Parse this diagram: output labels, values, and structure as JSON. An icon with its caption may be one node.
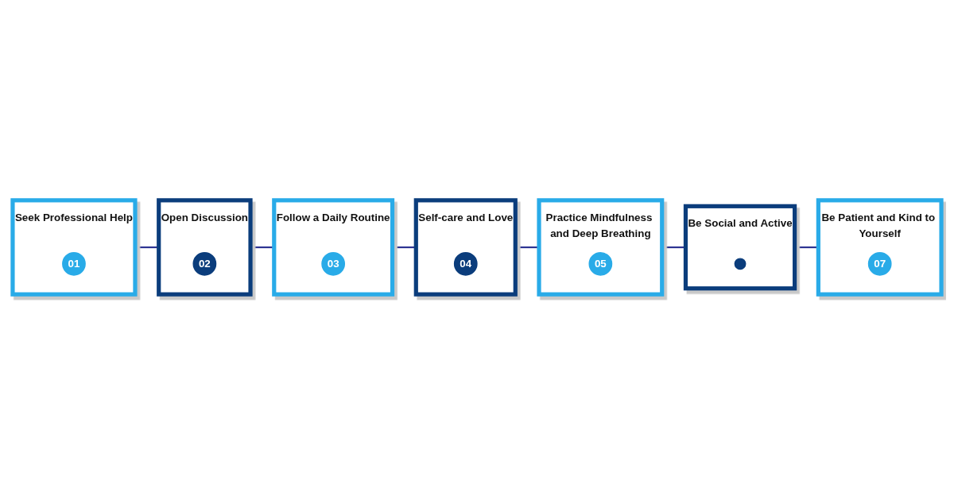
{
  "diagram": {
    "nodes": [
      {
        "text": [
          "Seek Professional Help"
        ]
      },
      {
        "text": [
          "01"
        ],
        "in": 0
      },
      {
        "text": [
          "Open Discussion"
        ]
      },
      {
        "text": [
          "02"
        ],
        "in": 2
      },
      {
        "text": [
          "Follow a Daily Routine"
        ]
      },
      {
        "text": [
          "03"
        ],
        "in": 4
      },
      {
        "text": [
          "Self-care and Love"
        ]
      },
      {
        "text": [
          "04"
        ],
        "in": 6
      },
      {
        "text": [
          "Practice Mindfulness and Deep Breathing"
        ]
      },
      {
        "text": [
          "05"
        ],
        "in": 8
      },
      {
        "text": [
          "Be Social and Active"
        ]
      },
      {
        "text": [],
        "shape": "circle",
        "in": 10
      },
      {
        "text": [
          "Be Patient and Kind to Yourself"
        ]
      },
      {
        "text": [
          "07"
        ],
        "in": 12
      }
    ],
    "edges": [
      {
        "from": 0,
        "to": 2,
        "arrow": "none"
      },
      {
        "from": 2,
        "to": 4,
        "arrow": "none"
      },
      {
        "from": 4,
        "to": 6,
        "arrow": "none"
      },
      {
        "from": 6,
        "to": 8,
        "arrow": "none"
      },
      {
        "from": 8,
        "to": 10,
        "arrow": "none"
      },
      {
        "from": 10,
        "to": 12,
        "arrow": "none"
      }
    ]
  }
}
